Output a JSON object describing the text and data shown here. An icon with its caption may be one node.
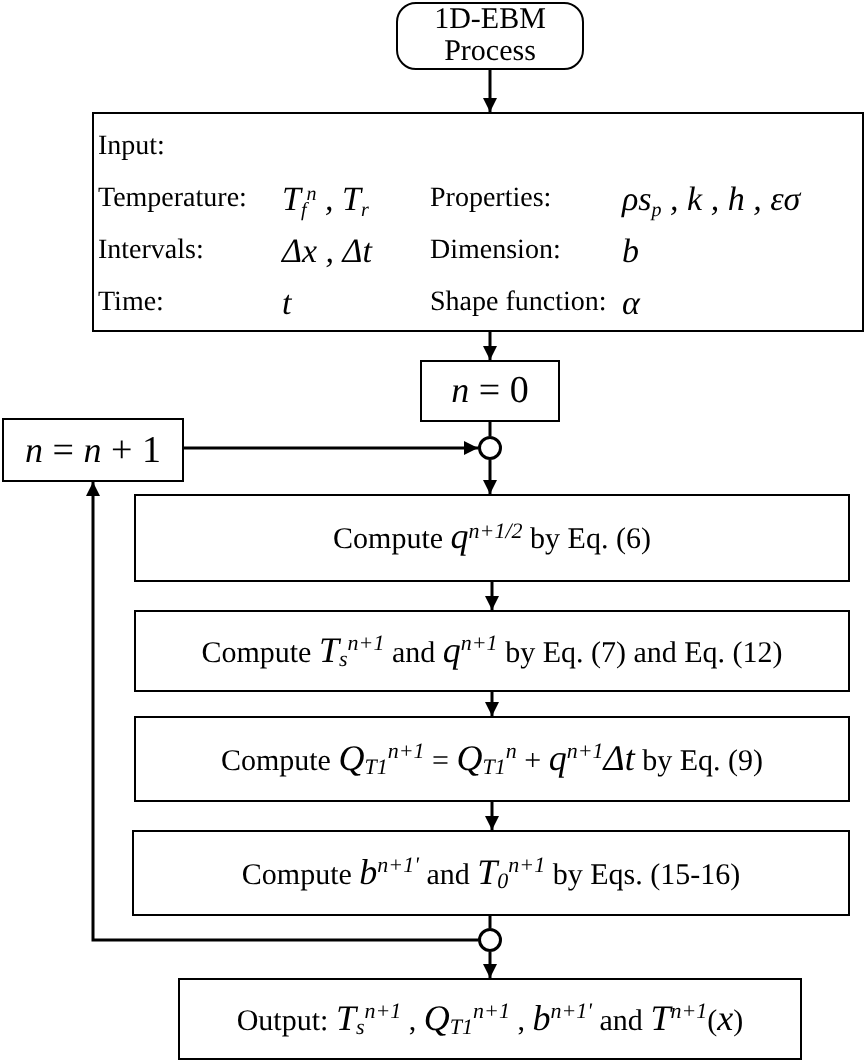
{
  "diagram": {
    "nodes": [
      {
        "text": [
          "1D-EBM Process"
        ]
      },
      {
        "text": [
          "Input:",
          "Temperature:",
          "T$_{f}$$^{n}$ , T$_{r}$",
          "Properties:",
          "ρs$_{p}$ , k , h , εσ",
          "Intervals:",
          "Δx , Δt",
          "Dimension:",
          "b",
          "Time:",
          "t",
          "Shape function:",
          "α"
        ]
      },
      {
        "text": [
          "*n* = 0"
        ]
      },
      {
        "text": [],
        "shape": "circle"
      },
      {
        "text": [
          "*n* = *n* + 1"
        ]
      },
      {
        "text": [
          "Compute *q*$^{n+1/2}$ by Eq. (6)"
        ]
      },
      {
        "text": [
          "Compute *T*$_{s}$$^{n+1}$ and *q*$^{n+1}$ by Eq. (7) and Eq. (12)"
        ]
      },
      {
        "text": [
          "Compute *Q*$_{T1}$$^{n+1}$ = *Q*$_{T1}$$^{n}$ + *q*$^{n+1}$*Δt* by Eq. (9)"
        ]
      },
      {
        "text": [
          "Compute *b*$^{n+1'}$ and *T*$_{0}$$^{n+1}$ by Eqs. (15-16)"
        ]
      },
      {
        "text": [],
        "shape": "circle"
      },
      {
        "text": [
          "Output: *T*$_{s}$$^{n+1}$ , *Q*$_{T1}$$^{n+1}$ , *b*$^{n+1'}$ and *T*$^{n+1}$(*x*)"
        ]
      }
    ],
    "edges": [
      {
        "from": 0,
        "to": 1,
        "arrow": "to"
      },
      {
        "from": 1,
        "to": 2,
        "arrow": "to"
      },
      {
        "from": 2,
        "to": 3,
        "arrow": "none"
      },
      {
        "from": 4,
        "to": 3,
        "arrow": "to"
      },
      {
        "from": 3,
        "to": 5,
        "arrow": "to"
      },
      {
        "from": 5,
        "to": 6,
        "arrow": "to"
      },
      {
        "from": 6,
        "to": 7,
        "arrow": "to"
      },
      {
        "from": 7,
        "to": 8,
        "arrow": "to"
      },
      {
        "from": 8,
        "to": 9,
        "arrow": "none"
      },
      {
        "from": 9,
        "to": 4,
        "arrow": "to"
      },
      {
        "from": 9,
        "to": 10,
        "arrow": "to"
      }
    ]
  }
}
